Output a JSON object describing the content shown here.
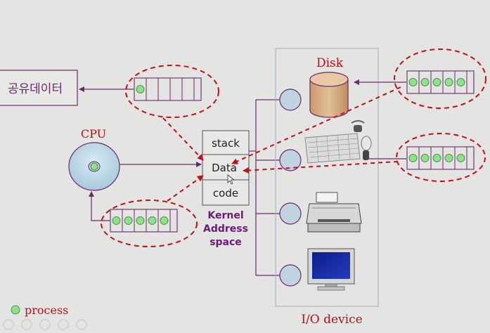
{
  "labels": {
    "shared_data": "공유데이터",
    "cpu": "CPU",
    "disk": "Disk",
    "io_device": "I/O device",
    "legend_process": "process"
  },
  "kernel": {
    "segments": [
      "stack",
      "Data",
      "code"
    ],
    "caption_lines": [
      "Kernel",
      "Address",
      "space"
    ]
  },
  "queues": {
    "shared_queue_filled": 1,
    "cpu_queue_filled": 5,
    "disk_queue_filled": 5,
    "keyboard_queue_filled": 5
  },
  "colors": {
    "background": "#e4e4e2",
    "line": "#6b2a6b",
    "dashed_ellipse": "#c0101a",
    "process_dot": "#8fe08a",
    "device_circle": "#bfd3e0",
    "cpu_disc": "#bcd7e6",
    "disk_body": "#d9b48a",
    "kernel_caption": "#6a1a7a",
    "cpu_label": "#b0121a",
    "disk_label": "#b0121a",
    "io_label": "#b0121a"
  },
  "icons": [
    "disk-cylinder-icon",
    "keyboard-mouse-icon",
    "printer-icon",
    "monitor-icon"
  ]
}
